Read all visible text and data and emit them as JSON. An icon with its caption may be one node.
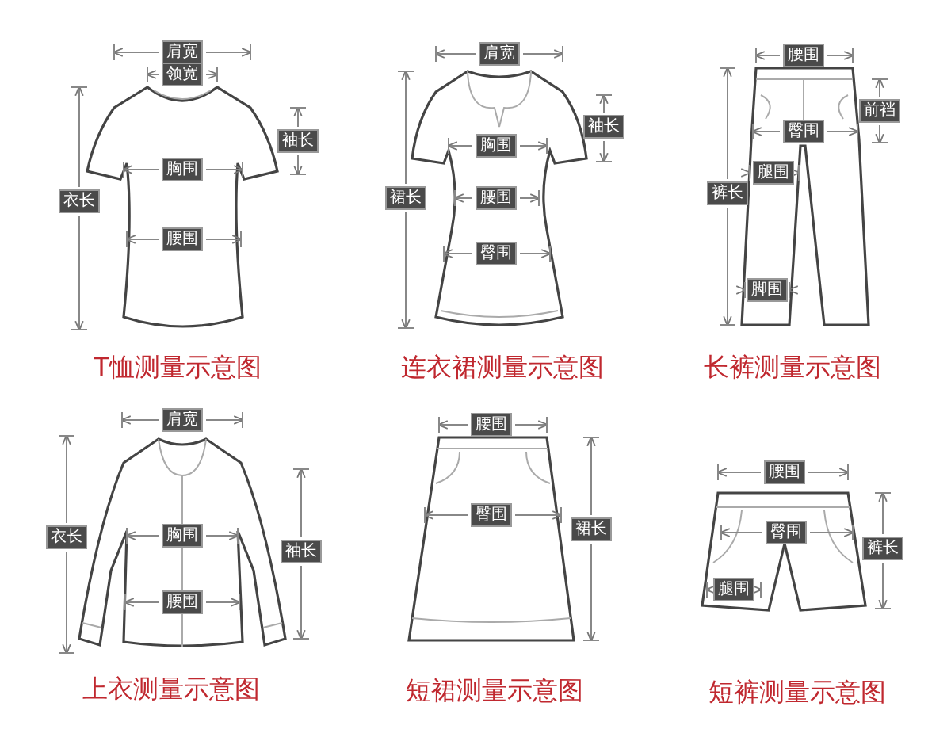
{
  "diagram": {
    "labels": [
      "肩宽",
      "领宽",
      "袖长",
      "胸围",
      "衣长",
      "腰围",
      "T恤测量示意图",
      "肩宽",
      "袖长",
      "胸围",
      "裙长",
      "腰围",
      "臀围",
      "连衣裙测量示意图",
      "腰围",
      "前裆",
      "臀围",
      "腿围",
      "裤长",
      "脚围",
      "长裤测量示意图",
      "肩宽",
      "衣长",
      "胸围",
      "袖长",
      "腰围",
      "上衣测量示意图",
      "腰围",
      "臀围",
      "裙长",
      "短裙测量示意图",
      "腰围",
      "臀围",
      "裤长",
      "腿围",
      "短裤测量示意图"
    ]
  }
}
